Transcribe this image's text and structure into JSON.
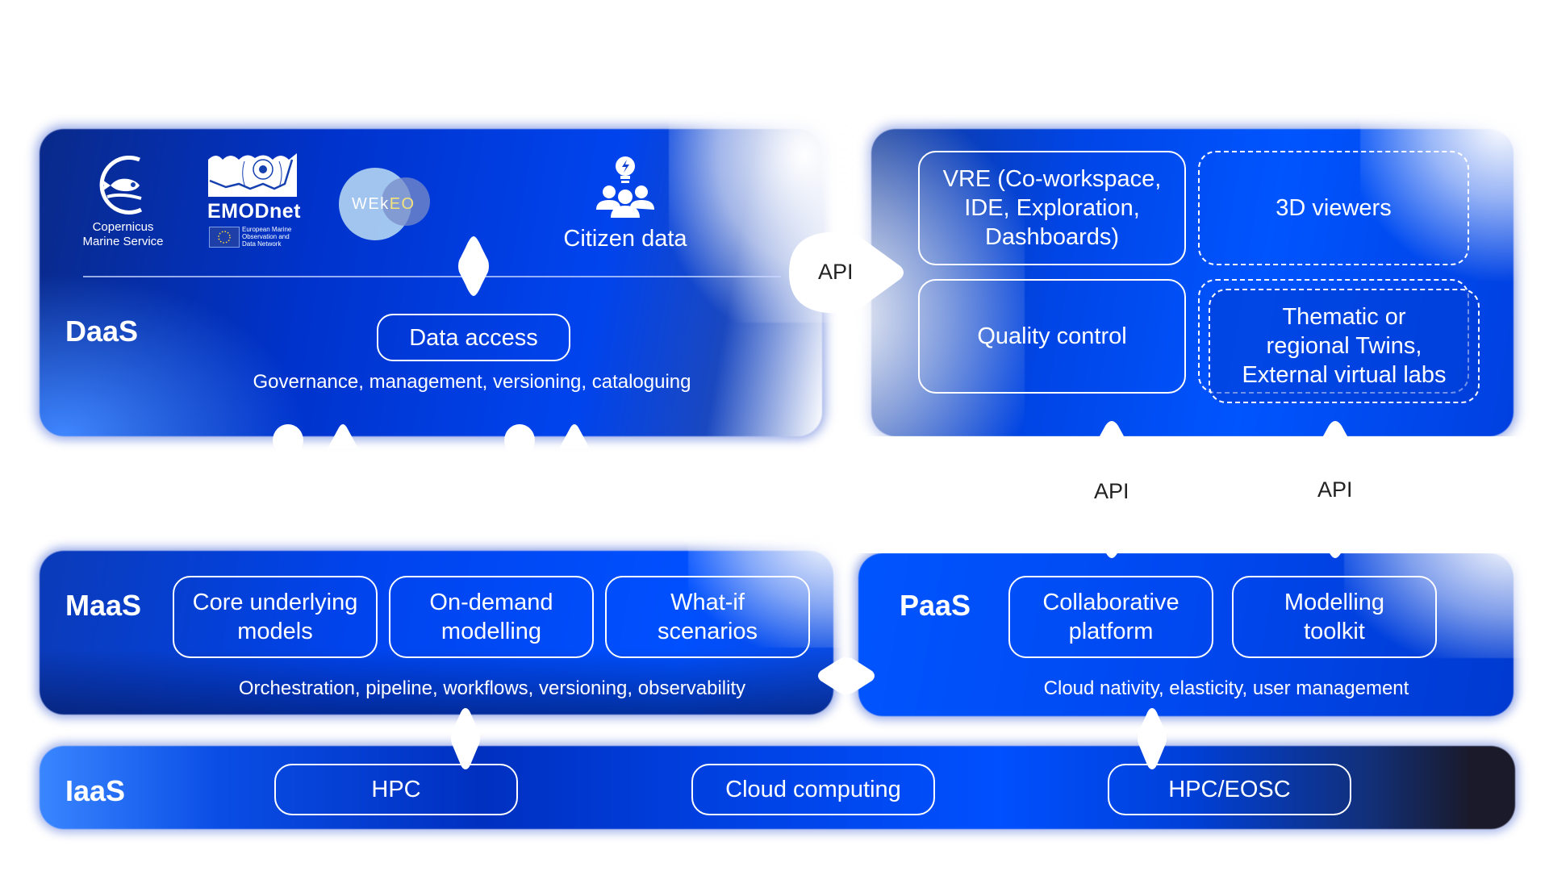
{
  "layers": {
    "daas": {
      "label": "DaaS",
      "logos": [
        {
          "name": "copernicus-marine-logo",
          "line1": "Copernicus",
          "line2": "Marine Service"
        },
        {
          "name": "emodnet-logo",
          "title": "EMODnet",
          "sub1": "European Marine",
          "sub2": "Observation and",
          "sub3": "Data Network"
        },
        {
          "name": "wekeo-logo",
          "part1": "WEk",
          "part2": "EO"
        }
      ],
      "citizen_data": "Citizen data",
      "data_access": "Data access",
      "caption": "Governance, management, versioning, cataloguing"
    },
    "applications": {
      "items": [
        {
          "label": "VRE (Co-workspace,\nIDE, Exploration,\nDashboards)",
          "style": "solid"
        },
        {
          "label": "3D viewers",
          "style": "dashed"
        },
        {
          "label": "Quality control",
          "style": "solid"
        },
        {
          "label": "Thematic or\nregional Twins,\nExternal virtual labs",
          "style": "dashed"
        }
      ]
    },
    "maas": {
      "label": "MaaS",
      "items": [
        "Core underlying\nmodels",
        "On-demand\nmodelling",
        "What-if\nscenarios"
      ],
      "caption": "Orchestration, pipeline, workflows, versioning, observability"
    },
    "paas": {
      "label": "PaaS",
      "items": [
        "Collaborative\nplatform",
        "Modelling\ntoolkit"
      ],
      "caption": "Cloud nativity, elasticity, user management"
    },
    "iaas": {
      "label": "IaaS",
      "items": [
        "HPC",
        "Cloud computing",
        "HPC/EOSC"
      ]
    }
  },
  "connectors": {
    "api_main": "API",
    "api_left": "API",
    "api_right": "API"
  },
  "colors": {
    "primary_blue": "#0044ee",
    "dark_blue": "#0a2a8a",
    "light_blue": "#3a86ff",
    "api_text": "#222222"
  }
}
